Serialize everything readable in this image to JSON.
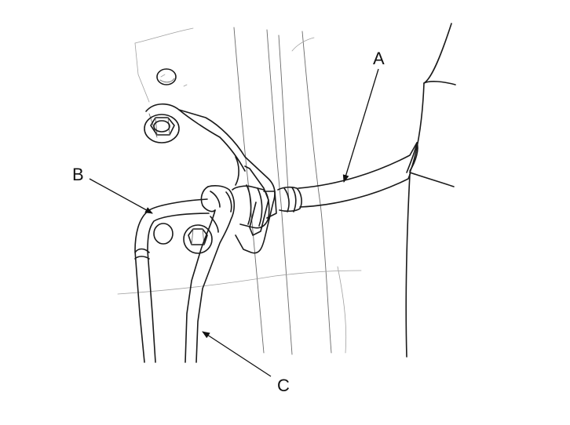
{
  "callouts": {
    "a": {
      "label": "A"
    },
    "b": {
      "label": "B"
    },
    "c": {
      "label": "C"
    }
  },
  "colors": {
    "line": "#1a1a1a",
    "background": "#ffffff"
  }
}
